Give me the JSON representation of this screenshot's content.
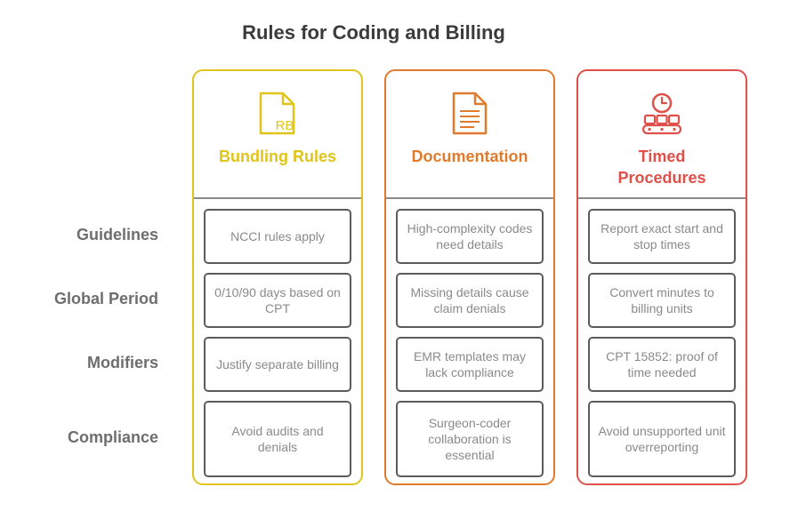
{
  "title": "Rules for Coding and Billing",
  "rows": [
    "Guidelines",
    "Global Period",
    "Modifiers",
    "Compliance"
  ],
  "columns": [
    {
      "title": "Bundling Rules",
      "color": "#e0c419",
      "icon": "bundle-document-icon",
      "icon_text": "RB",
      "cells": [
        "NCCI rules apply",
        "0/10/90 days based on CPT",
        "Justify separate billing",
        "Avoid audits and denials"
      ]
    },
    {
      "title": "Documentation",
      "color": "#e07b2e",
      "icon": "document-lines-icon",
      "cells": [
        "High-complexity codes need details",
        "Missing details cause claim denials",
        "EMR templates may lack compliance",
        "Surgeon-coder collaboration is essential"
      ]
    },
    {
      "title": "Timed Procedures",
      "color": "#e0504a",
      "icon": "clock-conveyor-icon",
      "cells": [
        "Report exact start and stop times",
        "Convert minutes to billing units",
        "CPT 15852: proof of time needed",
        "Avoid unsupported unit overreporting"
      ]
    }
  ]
}
